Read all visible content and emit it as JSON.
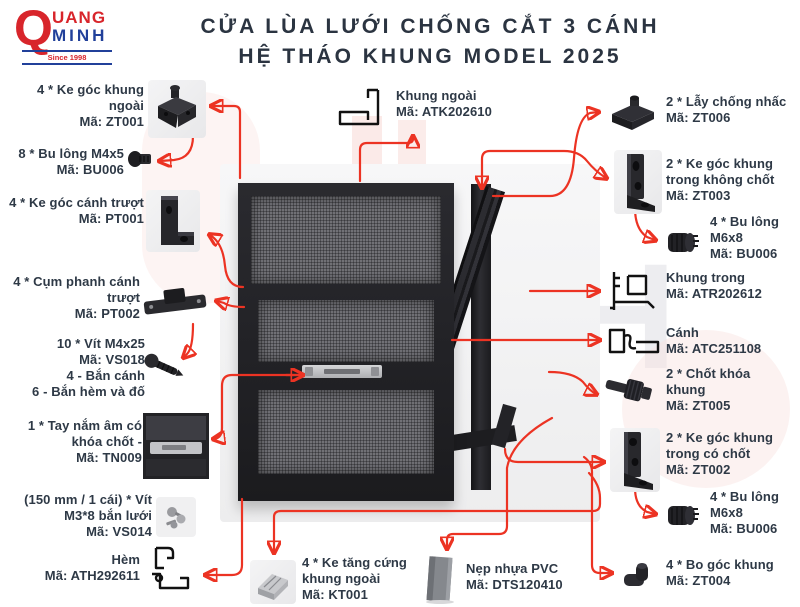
{
  "brand": {
    "q": "Q",
    "top": "UANG",
    "bottom": "MINH",
    "tagline": "Since 1998"
  },
  "title": {
    "line1": "CỬA LÙA LƯỚI CHỐNG CẮT 3 CÁNH",
    "line2": "HỆ THÁO KHUNG MODEL 2025"
  },
  "colors": {
    "accent_red": "#ec3323",
    "label_text": "#2e3946",
    "logo_red": "#d8252b",
    "logo_navy": "#21409a"
  },
  "left_parts": [
    {
      "label": "4 * Ke góc khung ngoài",
      "code": "Mã: ZT001"
    },
    {
      "label": "8 * Bu lông M4x5",
      "code": "Mã: BU006"
    },
    {
      "label": "4 * Ke góc cánh trượt",
      "code": "Mã: PT001"
    },
    {
      "label": "4 * Cụm phanh cánh trượt",
      "code": "Mã: PT002"
    },
    {
      "label": "10 * Vít M4x25",
      "code": "Mã: VS018",
      "extra1": "4 - Bắn cánh",
      "extra2": "6 - Bắn hèm và đố"
    },
    {
      "label": "1 * Tay nắm âm có khóa chốt -",
      "code": "Mã: TN009"
    },
    {
      "label": "(150 mm / 1 cái) * Vít M3*8 bắn lưới",
      "code": "Mã: VS014"
    },
    {
      "label": "Hèm",
      "code": "Mã: ATH292611"
    }
  ],
  "top_part": {
    "label": "Khung ngoài",
    "code": "Mã: ATK202610"
  },
  "right_parts": [
    {
      "label": "2 * Lẫy chống nhấc",
      "code": "Mã: ZT006"
    },
    {
      "label": "2 * Ke góc khung trong không chốt",
      "code": "Mã: ZT003"
    },
    {
      "label": "4 * Bu lông M6x8",
      "code": "Mã: BU006"
    },
    {
      "label": "Khung trong",
      "code": "Mã: ATR202612"
    },
    {
      "label": "Cánh",
      "code": "Mã: ATC251108"
    },
    {
      "label": "2 * Chốt khóa khung",
      "code": "Mã: ZT005"
    },
    {
      "label": "2 * Ke góc khung trong có chốt",
      "code": "Mã: ZT002"
    },
    {
      "label": "4 * Bu lông M6x8",
      "code": "Mã: BU006"
    },
    {
      "label": "4 * Bo góc khung",
      "code": "Mã: ZT004"
    }
  ],
  "bottom_parts": [
    {
      "label": "4 * Ke tăng cứng khung ngoài",
      "code": "Mã: KT001"
    },
    {
      "label": "Nẹp nhựa PVC",
      "code": "Mã: DTS120410"
    }
  ]
}
